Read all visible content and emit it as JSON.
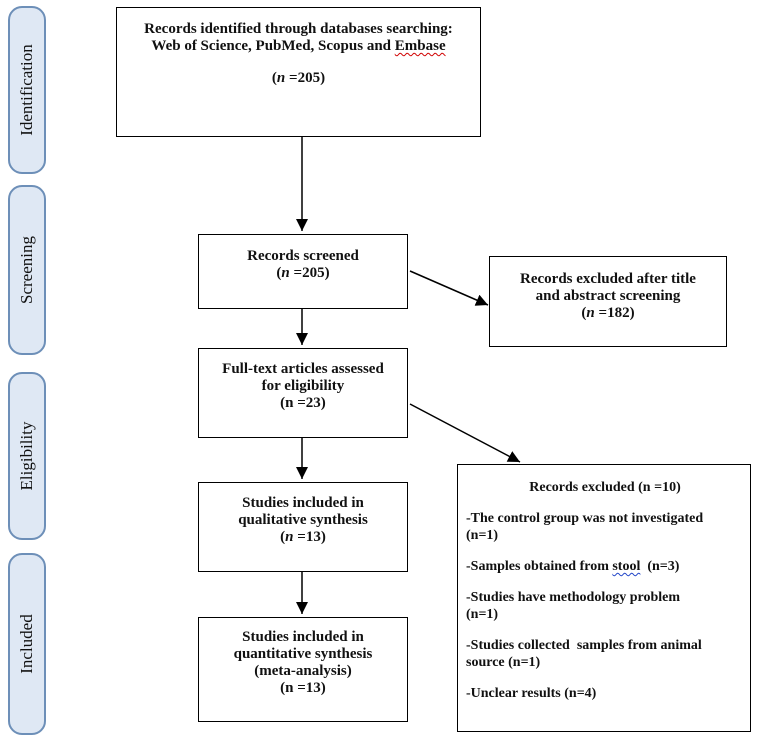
{
  "phases": {
    "identification": "Identification",
    "screening": "Screening",
    "eligibility": "Eligibility",
    "included": "Included"
  },
  "identified": {
    "line1": "Records identified through databases searching:",
    "line2_a": "Web of Science, PubMed, Scopus and ",
    "line2_b": "Embase",
    "n_open": "(",
    "n_var": "n",
    "n_rest": " =205)"
  },
  "screened": {
    "line1": "Records screened",
    "n_open": "(",
    "n_var": "n",
    "n_rest": " =205)"
  },
  "excluded_title": {
    "line1": "Records excluded after title",
    "line2": "and abstract screening",
    "n_open": "(",
    "n_var": "n",
    "n_rest": " =182)"
  },
  "fulltext": {
    "line1": "Full-text articles assessed",
    "line2": "for eligibility",
    "line3": "(n =23)"
  },
  "qualitative": {
    "line1": "Studies included in",
    "line2": "qualitative synthesis",
    "n_open": "(",
    "n_var": "n",
    "n_rest": " =13)"
  },
  "quantitative": {
    "line1": "Studies included in",
    "line2": "quantitative synthesis",
    "line3": "(meta-analysis)",
    "line4": "(n =13)"
  },
  "excluded_records": {
    "title": "Records excluded (n =10)",
    "item1_a": "-The control group was not investigated",
    "item1_b": "(n=1)",
    "item2_a": "-Samples obtained from ",
    "item2_b": "stool",
    "item2_c": "  (n=3)",
    "item3_a": "-Studies have methodology problem",
    "item3_b": "(n=1)",
    "item4_a": "-Studies collected  samples from animal",
    "item4_b": "source (n=1)",
    "item5": "-Unclear results (n=4)"
  }
}
